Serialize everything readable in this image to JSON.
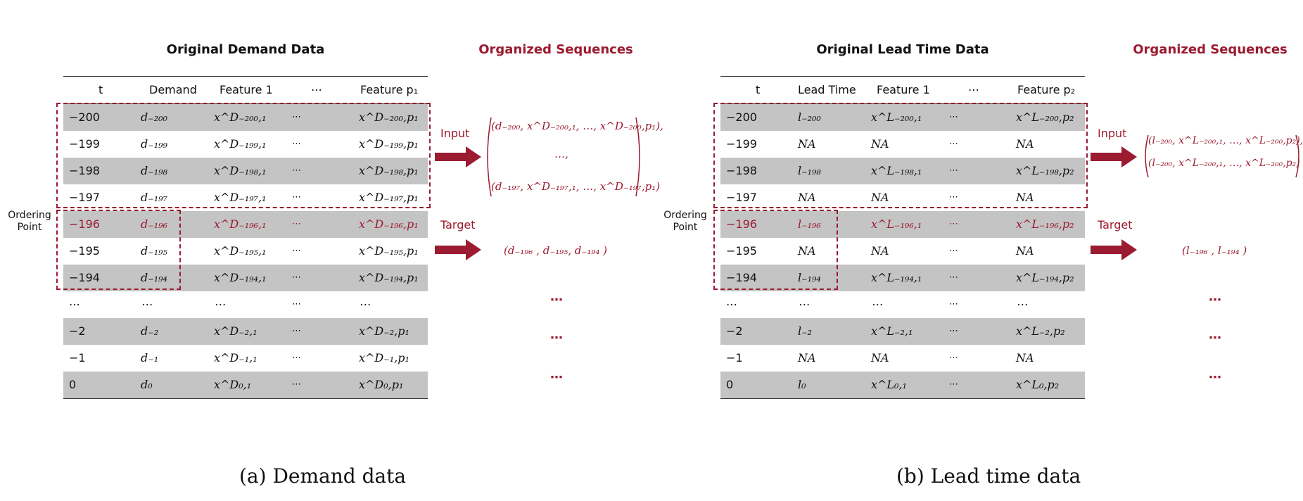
{
  "panel_a": {
    "table_title": "Original Demand Data",
    "org_title": "Organized Sequences",
    "headers": [
      "t",
      "Demand",
      "Feature 1",
      "⋯",
      "Feature p₁"
    ],
    "rows": [
      [
        "−200",
        "d₋₂₀₀",
        "x^D₋₂₀₀,₁",
        "⋯",
        "x^D₋₂₀₀,p₁"
      ],
      [
        "−199",
        "d₋₁₉₉",
        "x^D₋₁₉₉,₁",
        "⋯",
        "x^D₋₁₉₉,p₁"
      ],
      [
        "−198",
        "d₋₁₉₈",
        "x^D₋₁₉₈,₁",
        "⋯",
        "x^D₋₁₉₈,p₁"
      ],
      [
        "−197",
        "d₋₁₉₇",
        "x^D₋₁₉₇,₁",
        "⋯",
        "x^D₋₁₉₇,p₁"
      ],
      [
        "−196",
        "d₋₁₉₆",
        "x^D₋₁₉₆,₁",
        "⋯",
        "x^D₋₁₉₆,p₁"
      ],
      [
        "−195",
        "d₋₁₉₅",
        "x^D₋₁₉₅,₁",
        "⋯",
        "x^D₋₁₉₅,p₁"
      ],
      [
        "−194",
        "d₋₁₉₄",
        "x^D₋₁₉₄,₁",
        "⋯",
        "x^D₋₁₉₄,p₁"
      ],
      [
        "⋯",
        "⋯",
        "⋯",
        "⋯",
        "⋯"
      ],
      [
        "−2",
        "d₋₂",
        "x^D₋₂,₁",
        "⋯",
        "x^D₋₂,p₁"
      ],
      [
        "−1",
        "d₋₁",
        "x^D₋₁,₁",
        "⋯",
        "x^D₋₁,p₁"
      ],
      [
        "0",
        "d₀",
        "x^D₀,₁",
        "⋯",
        "x^D₀,p₁"
      ]
    ],
    "ordering_point": [
      "Ordering",
      "Point"
    ],
    "input_label": "Input",
    "target_label": "Target",
    "input_seq_1": "(d₋₂₀₀, x^D₋₂₀₀,₁, …, x^D₋₂₀₀,p₁),",
    "input_seq_2": "…,",
    "input_seq_3": "(d₋₁₉₇, x^D₋₁₉₇,₁, …, x^D₋₁₉₇,p₁)",
    "target_seq": "(d₋₁₉₆ , d₋₁₉₅, d₋₁₉₄ )",
    "dots": [
      "⋯",
      "⋯",
      "⋯"
    ],
    "caption": "(a)  Demand data"
  },
  "panel_b": {
    "table_title": "Original Lead Time Data",
    "org_title": "Organized Sequences",
    "headers": [
      "t",
      "Lead Time",
      "Feature 1",
      "⋯",
      "Feature p₂"
    ],
    "rows": [
      [
        "−200",
        "l₋₂₀₀",
        "x^L₋₂₀₀,₁",
        "⋯",
        "x^L₋₂₀₀,p₂"
      ],
      [
        "−199",
        "NA",
        "NA",
        "⋯",
        "NA"
      ],
      [
        "−198",
        "l₋₁₉₈",
        "x^L₋₁₉₈,₁",
        "⋯",
        "x^L₋₁₉₈,p₂"
      ],
      [
        "−197",
        "NA",
        "NA",
        "⋯",
        "NA"
      ],
      [
        "−196",
        "l₋₁₉₆",
        "x^L₋₁₉₆,₁",
        "⋯",
        "x^L₋₁₉₆,p₂"
      ],
      [
        "−195",
        "NA",
        "NA",
        "⋯",
        "NA"
      ],
      [
        "−194",
        "l₋₁₉₄",
        "x^L₋₁₉₄,₁",
        "⋯",
        "x^L₋₁₉₄,p₂"
      ],
      [
        "⋯",
        "⋯",
        "⋯",
        "⋯",
        "⋯"
      ],
      [
        "−2",
        "l₋₂",
        "x^L₋₂,₁",
        "⋯",
        "x^L₋₂,p₂"
      ],
      [
        "−1",
        "NA",
        "NA",
        "⋯",
        "NA"
      ],
      [
        "0",
        "l₀",
        "x^L₀,₁",
        "⋯",
        "x^L₀,p₂"
      ]
    ],
    "ordering_point": [
      "Ordering",
      "Point"
    ],
    "input_label": "Input",
    "target_label": "Target",
    "input_seq_1": "(l₋₂₀₀, x^L₋₂₀₀,₁, …, x^L₋₂₀₀,p₂),",
    "input_seq_2": "(l₋₂₀₀, x^L₋₂₀₀,₁, …, x^L₋₂₀₀,p₂)",
    "target_seq": "(l₋₁₉₆ , l₋₁₉₄ )",
    "dots": [
      "⋯",
      "⋯",
      "⋯"
    ],
    "caption": "(b)  Lead time data"
  },
  "colors": {
    "accent": "#9b1b30",
    "shade": "#c4c4c4"
  }
}
